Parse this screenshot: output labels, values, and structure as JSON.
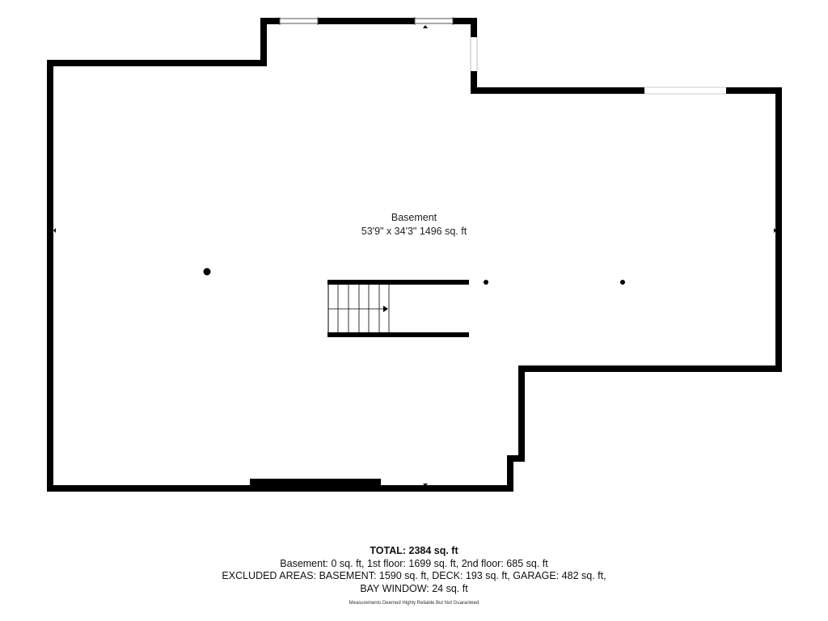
{
  "colors": {
    "wall": "#000000",
    "background": "#ffffff",
    "window": "#ffffff",
    "window_frame": "#555555"
  },
  "room": {
    "name": "Basement",
    "dimensions": "53'9\" x 34'3\" 1496 sq. ft"
  },
  "summary": {
    "total": "TOTAL: 2384 sq. ft",
    "floors": "Basement: 0 sq. ft, 1st floor: 1699 sq. ft, 2nd floor: 685 sq. ft",
    "excluded_line1": "EXCLUDED AREAS: BASEMENT: 1590 sq. ft, DECK: 193 sq. ft, GARAGE: 482 sq. ft,",
    "excluded_line2": "BAY WINDOW: 24 sq. ft"
  },
  "disclaimer": "Measurements Deemed Highly Reliable But Not Guaranteed"
}
